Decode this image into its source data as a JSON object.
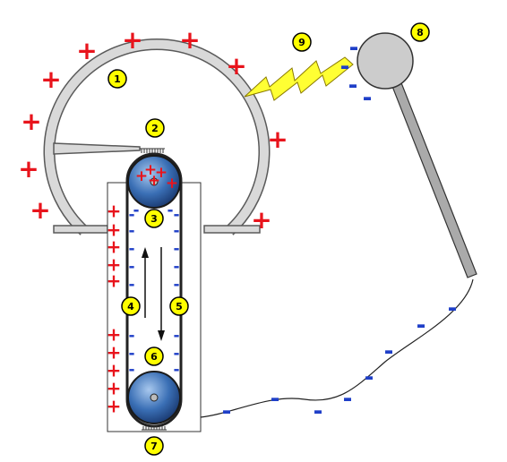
{
  "colors": {
    "dome": "#d9d9d9",
    "dome_stroke": "#5a5a5a",
    "plus": "#e8141c",
    "minus": "#1f3fc8",
    "marker": "#ffff00",
    "spark": "#ffff33",
    "roller": "#3a6fb5",
    "sphere": "#cccccc",
    "rod": "#aaaaaa"
  },
  "markers": [
    {
      "id": "dome",
      "label": "1"
    },
    {
      "id": "upper-comb",
      "label": "2"
    },
    {
      "id": "upper-roller",
      "label": "3"
    },
    {
      "id": "left-belt",
      "label": "4"
    },
    {
      "id": "right-belt",
      "label": "5"
    },
    {
      "id": "lower-roller",
      "label": "6"
    },
    {
      "id": "lower-comb",
      "label": "7"
    },
    {
      "id": "discharge-sphere",
      "label": "8"
    },
    {
      "id": "spark",
      "label": "9"
    }
  ],
  "symbols": {
    "plus": "+",
    "minus": "-"
  }
}
